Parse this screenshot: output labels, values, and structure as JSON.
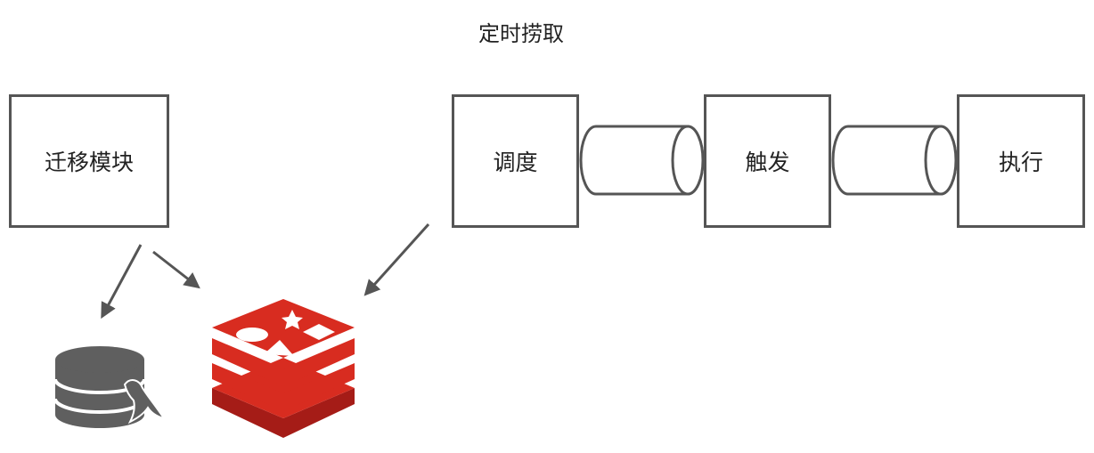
{
  "diagram": {
    "title": "定时捞取",
    "nodes": {
      "migrate": "迁移模块",
      "schedule": "调度",
      "trigger": "触发",
      "execute": "执行"
    },
    "icons": {
      "database": "mysql-database-icon",
      "cache": "redis-icon"
    },
    "colors": {
      "stroke": "#555555",
      "database": "#5f5f5f",
      "cache": "#d82c20"
    }
  }
}
